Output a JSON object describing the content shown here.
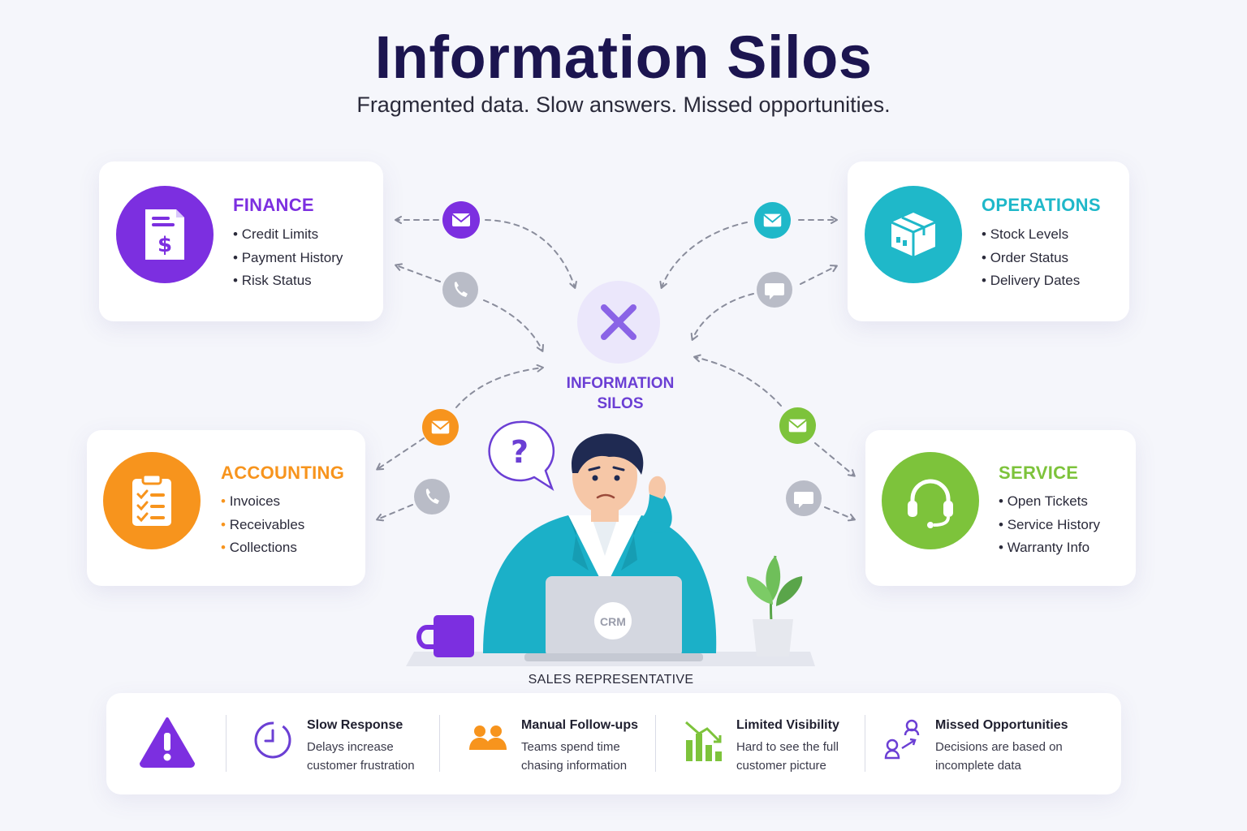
{
  "title": "Information Silos",
  "subtitle": "Fragmented data. Slow answers. Missed opportunities.",
  "center": {
    "label_line1": "INFORMATION",
    "label_line2": "SILOS",
    "icon": "x-icon"
  },
  "departments": {
    "finance": {
      "heading": "FINANCE",
      "icon": "invoice-dollar-icon",
      "color": "#7c2fe0",
      "items": [
        "Credit Limits",
        "Payment History",
        "Risk Status"
      ]
    },
    "operations": {
      "heading": "OPERATIONS",
      "icon": "box-icon",
      "color": "#1fb8c9",
      "items": [
        "Stock Levels",
        "Order Status",
        "Delivery Dates"
      ]
    },
    "accounting": {
      "heading": "ACCOUNTING",
      "icon": "clipboard-checklist-icon",
      "color": "#f7941d",
      "items": [
        "Invoices",
        "Receivables",
        "Collections"
      ]
    },
    "service": {
      "heading": "SERVICE",
      "icon": "headset-icon",
      "color": "#7dc33b",
      "items": [
        "Open Tickets",
        "Service History",
        "Warranty Info"
      ]
    }
  },
  "representative": {
    "label": "SALES REPRESENTATIVE",
    "laptop_label": "CRM",
    "thought_bubble": "?"
  },
  "issues": [
    {
      "title": "Slow Response",
      "desc_line1": "Delays increase",
      "desc_line2": "customer frustration",
      "icon": "clock-icon"
    },
    {
      "title": "Manual Follow-ups",
      "desc_line1": "Teams spend time",
      "desc_line2": "chasing information",
      "icon": "people-icon"
    },
    {
      "title": "Limited Visibility",
      "desc_line1": "Hard to see the full",
      "desc_line2": "customer picture",
      "icon": "chart-down-icon"
    },
    {
      "title": "Missed Opportunities",
      "desc_line1": "Decisions are based on",
      "desc_line2": "incomplete data",
      "icon": "person-arrow-icon"
    }
  ],
  "colors": {
    "title": "#1c1550",
    "accent_purple": "#6b3fd4",
    "warning": "#7c2fe0",
    "connector": "#8a8d9c"
  }
}
